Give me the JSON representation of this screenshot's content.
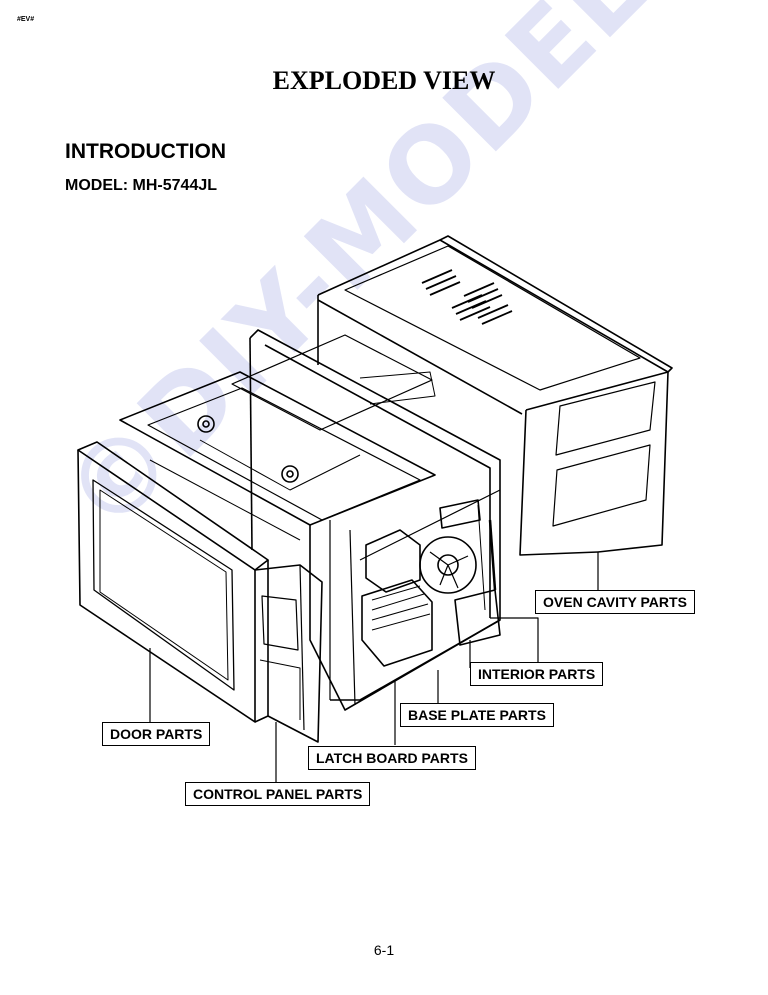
{
  "header": {
    "tag": "#EV#",
    "title": "EXPLODED VIEW",
    "section": "INTRODUCTION",
    "model": "MODEL: MH-5744JL"
  },
  "watermark": "©DIY-MODEL.cz",
  "labels": {
    "oven_cavity": "OVEN CAVITY PARTS",
    "interior": "INTERIOR PARTS",
    "base_plate": "BASE PLATE PARTS",
    "door": "DOOR PARTS",
    "latch_board": "LATCH BOARD PARTS",
    "control_panel": "CONTROL PANEL PARTS"
  },
  "footer": {
    "page": "6-1"
  }
}
